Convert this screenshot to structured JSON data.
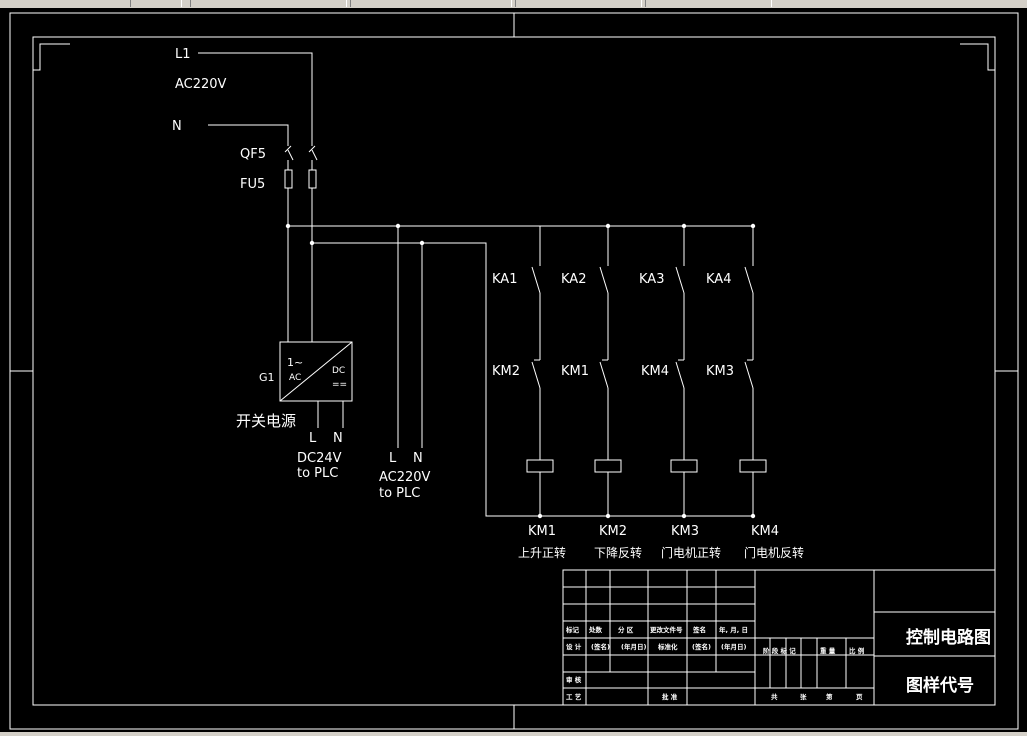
{
  "supply": {
    "l1": "L1",
    "voltage": "AC220V",
    "n": "N",
    "breaker": "QF5",
    "fuse": "FU5"
  },
  "psu": {
    "tag": "G1",
    "ac_top": "1~",
    "ac_bottom": "AC",
    "dc_top": "DC",
    "dc_bottom": "==",
    "name": "开关电源",
    "out_l": "L",
    "out_n": "N",
    "out_line1": "DC24V",
    "out_line2": "to PLC"
  },
  "plc_ac": {
    "l": "L",
    "n": "N",
    "line1": "AC220V",
    "line2": "to PLC"
  },
  "relays": [
    {
      "ka": "KA1",
      "km_interlock": "KM2",
      "coil": "KM1",
      "desc": "上升正转"
    },
    {
      "ka": "KA2",
      "km_interlock": "KM1",
      "coil": "KM2",
      "desc": "下降反转"
    },
    {
      "ka": "KA3",
      "km_interlock": "KM4",
      "coil": "KM3",
      "desc": "门电机正转"
    },
    {
      "ka": "KA4",
      "km_interlock": "KM3",
      "coil": "KM4",
      "desc": "门电机反转"
    }
  ],
  "title_block": {
    "row_headers": [
      "标记",
      "处数",
      "分 区",
      "更改文件号",
      "签名",
      "年, 月, 日"
    ],
    "design_row": [
      "设 计",
      "(签名)",
      "(年月日)",
      "标准化",
      "(签名)",
      "(年月日)"
    ],
    "stage_row": [
      "阶 段 标 记",
      "重 量",
      "比 例"
    ],
    "review": "审 核",
    "process": "工 艺",
    "approve": "批 准",
    "sheets": [
      "共",
      "张",
      "第",
      "页"
    ],
    "drawing_name": "控制电路图",
    "drawing_code": "图样代号"
  }
}
